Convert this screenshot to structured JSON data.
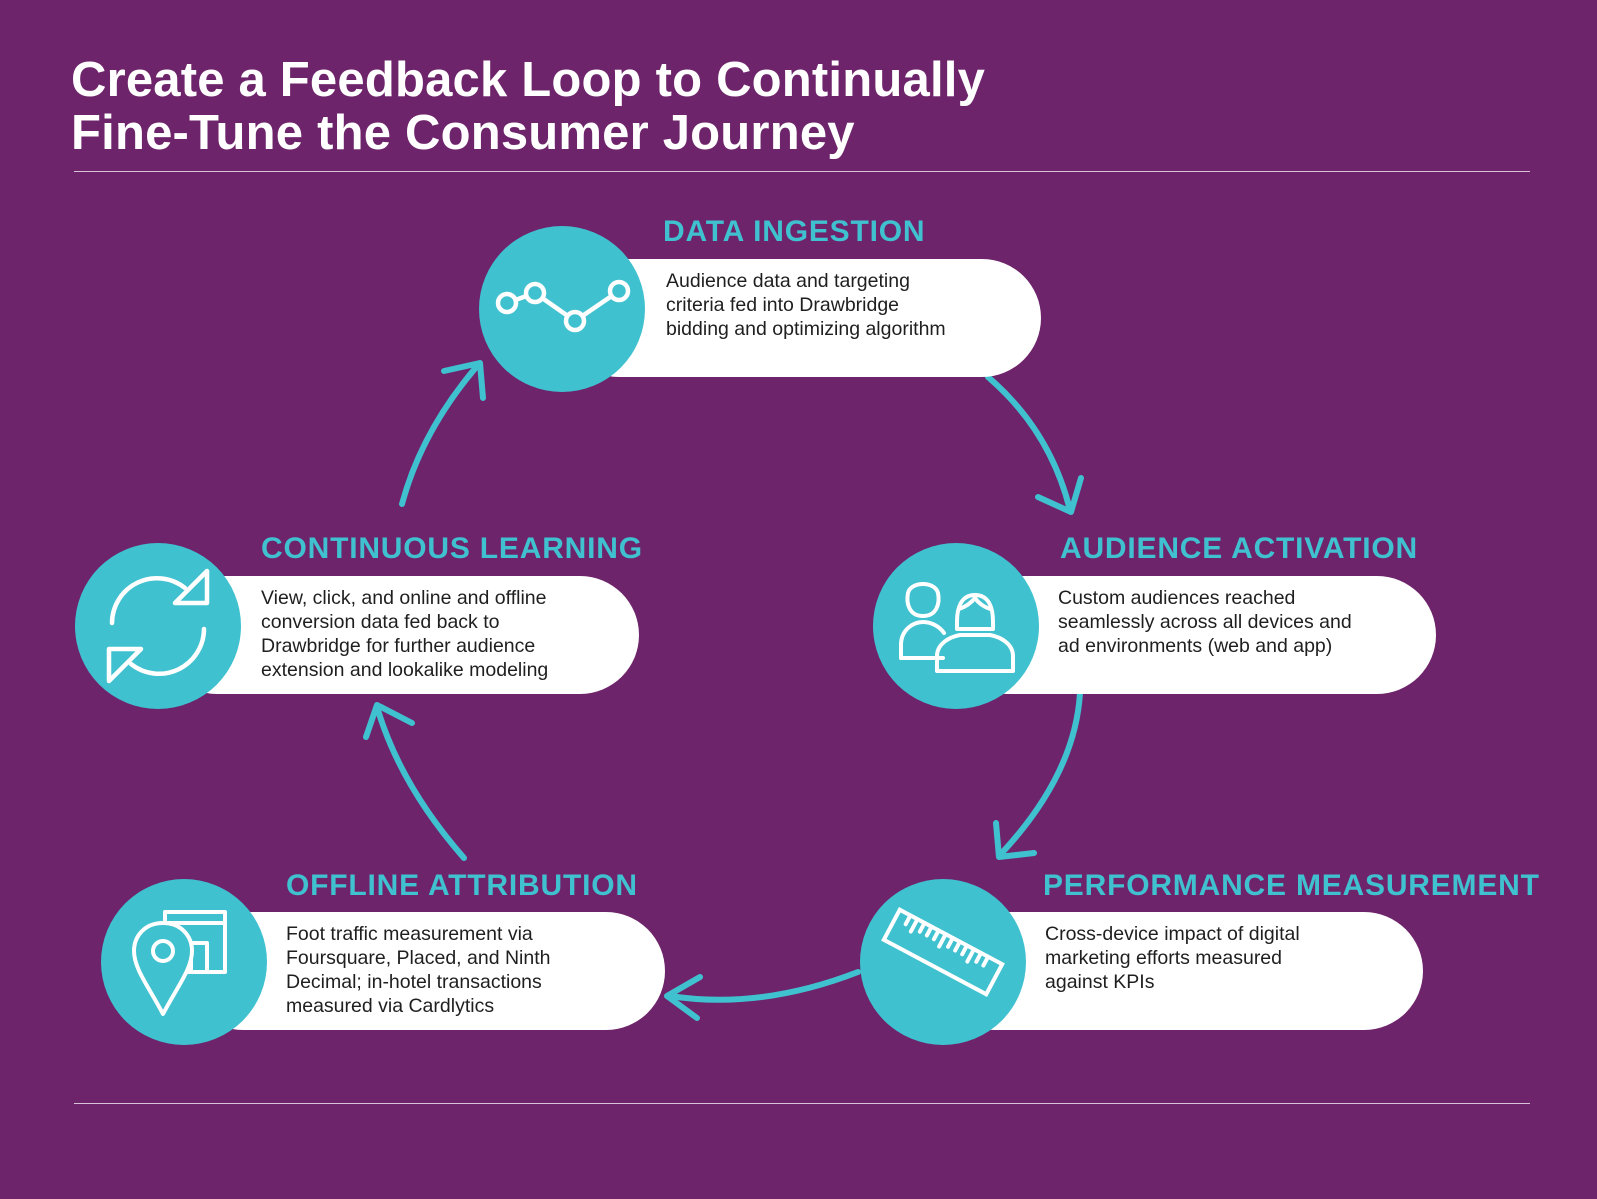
{
  "title": {
    "line1": "Create a Feedback Loop to Continually",
    "line2": "Fine-Tune the Consumer Journey"
  },
  "colors": {
    "background": "#6e246b",
    "accent": "#40c1cf",
    "card": "#ffffff",
    "text": "#1f1f1f"
  },
  "steps": [
    {
      "heading": "DATA INGESTION",
      "icon": "line-graph-icon",
      "lines": [
        "Audience data and targeting",
        "criteria fed into Drawbridge",
        "bidding and optimizing algorithm"
      ]
    },
    {
      "heading": "AUDIENCE ACTIVATION",
      "icon": "people-icon",
      "lines": [
        "Custom audiences reached",
        "seamlessly across all devices and",
        "ad environments (web and app)"
      ]
    },
    {
      "heading": "PERFORMANCE MEASUREMENT",
      "icon": "ruler-icon",
      "lines": [
        "Cross-device impact of digital",
        "marketing efforts measured",
        "against KPIs"
      ]
    },
    {
      "heading": "OFFLINE ATTRIBUTION",
      "icon": "location-store-icon",
      "lines": [
        "Foot traffic measurement via",
        "Foursquare, Placed, and Ninth",
        "Decimal; in-hotel transactions",
        "measured via Cardlytics"
      ]
    },
    {
      "heading": "CONTINUOUS LEARNING",
      "icon": "refresh-cycle-icon",
      "lines": [
        "View, click, and online and offline",
        "conversion data fed back to",
        "Drawbridge for further audience",
        "extension and lookalike modeling"
      ]
    }
  ]
}
